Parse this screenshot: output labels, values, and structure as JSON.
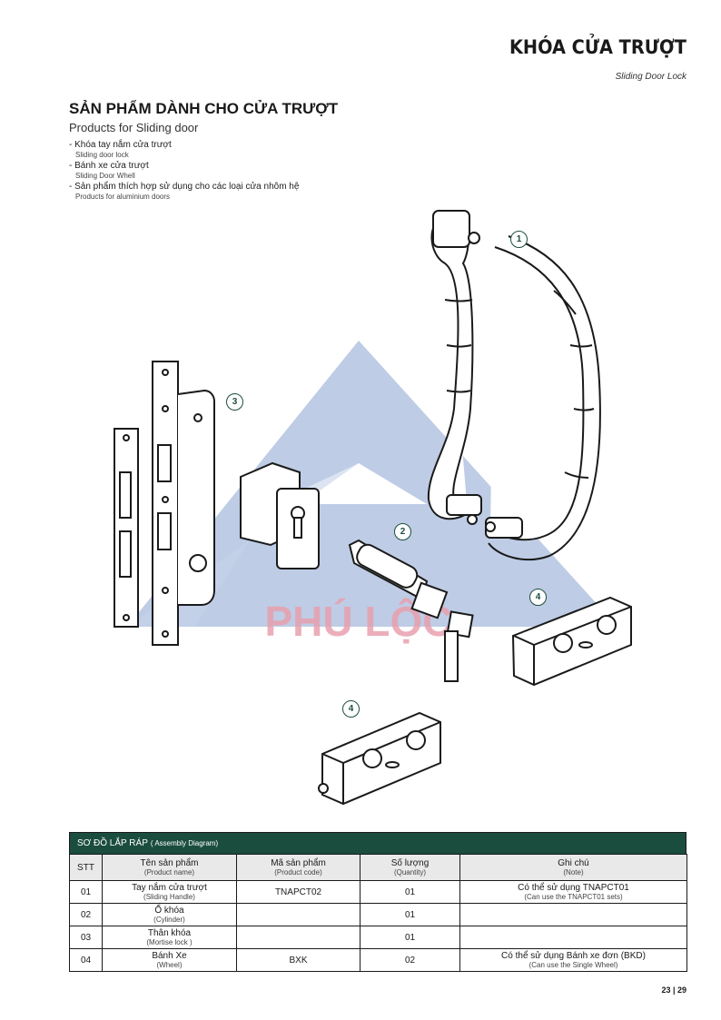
{
  "header": {
    "title": "KHÓA CỬA TRƯỢT",
    "subtitle": "Sliding Door Lock"
  },
  "section": {
    "title": "SẢN PHẨM DÀNH CHO CỬA TRƯỢT",
    "subtitle": "Products for Sliding door",
    "bullets": [
      {
        "vi": "- Khóa tay nắm cửa trượt",
        "en": "Sliding door lock"
      },
      {
        "vi": "- Bánh xe cửa trượt",
        "en": "Sliding Door Whell"
      },
      {
        "vi": "- Sản phẩm thích hợp sử dụng cho các loại cửa nhôm hệ",
        "en": "Products for aluminium doors"
      }
    ]
  },
  "diagram": {
    "watermark": "PHÚ LỘC",
    "callouts": [
      "1",
      "2",
      "3",
      "4",
      "4"
    ],
    "colors": {
      "watermark_shape": "#b3c3e0",
      "watermark_text": "#e8a0ae",
      "callout": "#1b4d3e"
    }
  },
  "table": {
    "title": "SƠ ĐỒ LẮP RÁP",
    "title_sub": "( Assembly Diagram)",
    "columns": [
      {
        "vi": "STT",
        "en": ""
      },
      {
        "vi": "Tên sản phẩm",
        "en": "(Product name)"
      },
      {
        "vi": "Mã sản phẩm",
        "en": "(Product code)"
      },
      {
        "vi": "Số lượng",
        "en": "(Quantity)"
      },
      {
        "vi": "Ghi chú",
        "en": "(Note)"
      }
    ],
    "rows": [
      {
        "stt": "01",
        "name_vi": "Tay nắm cửa trượt",
        "name_en": "(Sliding Handle)",
        "code": "TNAPCT02",
        "qty": "01",
        "note_vi": "Có thể sử dụng TNAPCT01",
        "note_en": "(Can use the TNAPCT01 sets)"
      },
      {
        "stt": "02",
        "name_vi": "Ổ khóa",
        "name_en": "(Cylinder)",
        "code": "",
        "qty": "01",
        "note_vi": "",
        "note_en": ""
      },
      {
        "stt": "03",
        "name_vi": "Thân khóa",
        "name_en": "(Mortise lock )",
        "code": "",
        "qty": "01",
        "note_vi": "",
        "note_en": ""
      },
      {
        "stt": "04",
        "name_vi": "Bánh Xe",
        "name_en": "(Wheel)",
        "code": "BXK",
        "qty": "02",
        "note_vi": "Có thể sử dụng Bánh xe đơn (BKD)",
        "note_en": "(Can use the Single Wheel)"
      }
    ],
    "header_color": "#1b4d3e"
  },
  "footer": {
    "page": "23 | 29"
  }
}
